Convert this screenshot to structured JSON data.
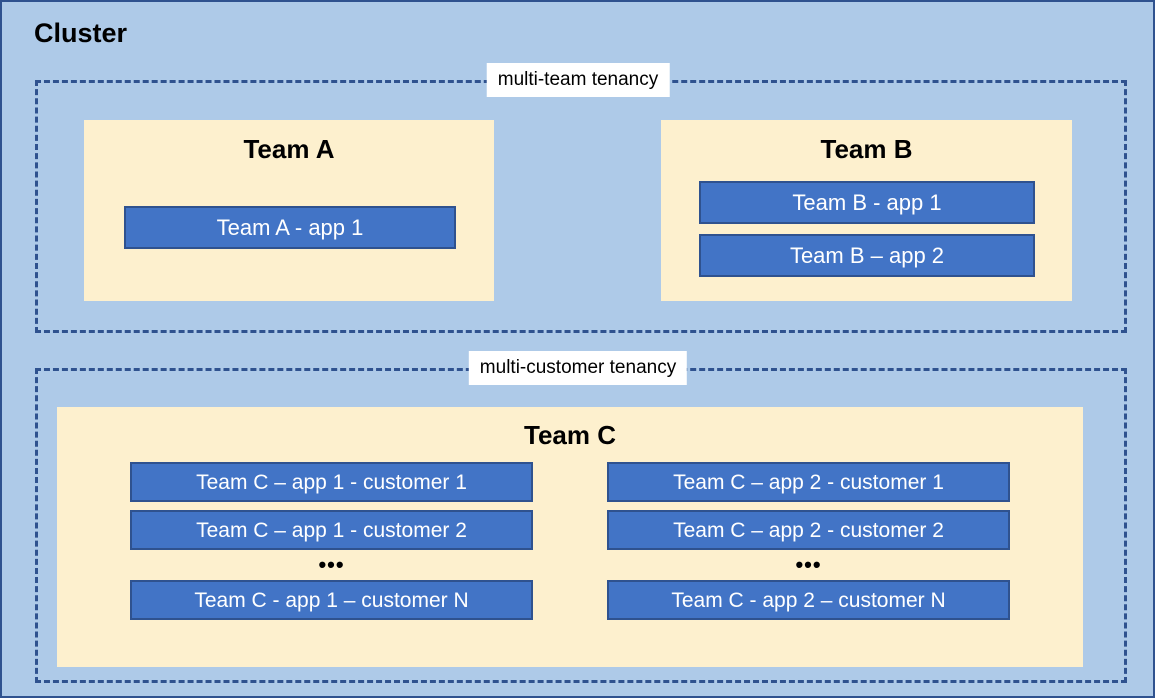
{
  "diagram": {
    "cluster_title": "Cluster",
    "tenancies": [
      {
        "label": "multi-team tenancy"
      },
      {
        "label": "multi-customer tenancy"
      }
    ],
    "teams": {
      "a": {
        "title": "Team A",
        "apps": [
          "Team A - app 1"
        ]
      },
      "b": {
        "title": "Team B",
        "apps": [
          "Team B - app 1",
          "Team B – app 2"
        ]
      },
      "c": {
        "title": "Team C",
        "columns": [
          {
            "apps_top": [
              "Team C – app 1 - customer 1",
              "Team C – app 1 - customer 2"
            ],
            "ellipsis": "•••",
            "apps_bottom": [
              "Team C - app 1 – customer N"
            ]
          },
          {
            "apps_top": [
              "Team C – app 2 - customer 1",
              "Team C – app 2 - customer 2"
            ],
            "ellipsis": "•••",
            "apps_bottom": [
              "Team C - app 2 – customer N"
            ]
          }
        ]
      }
    },
    "colors": {
      "cluster_background": "#AECAE8",
      "cluster_border": "#2F528F",
      "team_background": "#FDF0CE",
      "app_fill": "#4274C6",
      "app_border": "#2F528F",
      "label_background": "#FFFFFF",
      "dashed_border": "#2F528F"
    }
  }
}
